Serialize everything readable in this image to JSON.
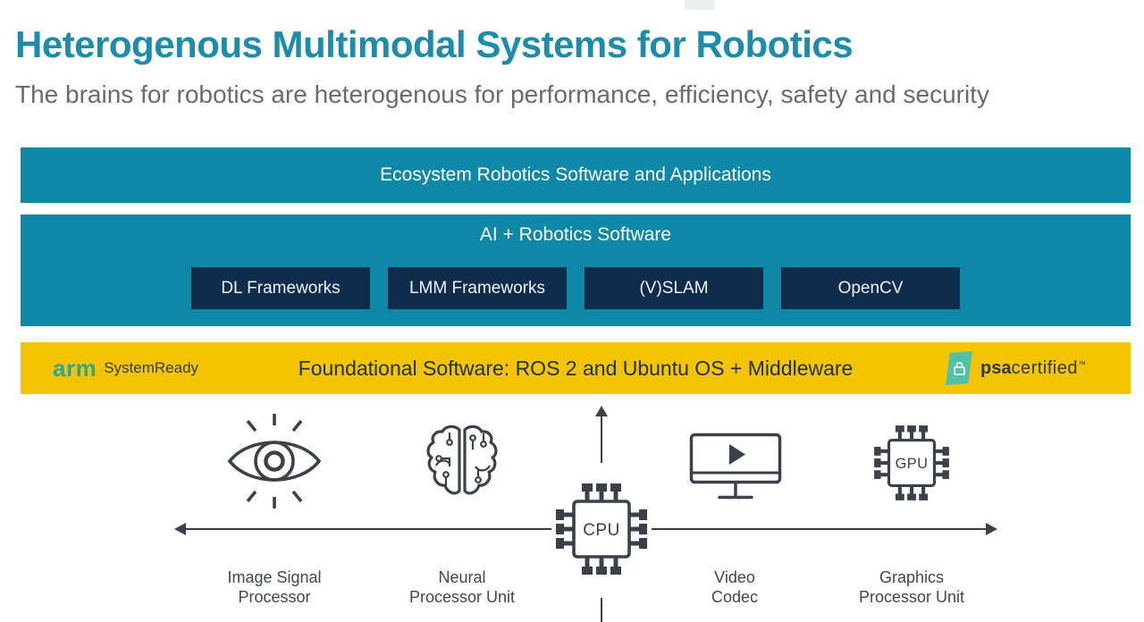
{
  "slide": {
    "title": "Heterogenous Multimodal Systems for Robotics",
    "subtitle": "The brains for robotics are heterogenous for performance, efficiency, safety and security"
  },
  "stack": {
    "ecosystem_layer": "Ecosystem Robotics Software and Applications",
    "ai_layer": {
      "title": "AI + Robotics Software",
      "boxes": [
        {
          "label": "DL Frameworks"
        },
        {
          "label": "LMM Frameworks"
        },
        {
          "label": "(V)SLAM"
        },
        {
          "label": "OpenCV"
        }
      ]
    },
    "foundational_layer": {
      "title": "Foundational Software: ROS 2 and Ubuntu OS + Middleware",
      "arm_logo": {
        "brand": "arm",
        "program": "SystemReady"
      },
      "psa_logo": {
        "bold": "psa",
        "rest": "certified",
        "tm": "™"
      }
    }
  },
  "hardware": {
    "cpu": {
      "chip_label": "CPU"
    },
    "gpu": {
      "chip_label": "GPU"
    },
    "blocks": [
      {
        "icon": "eye-icon",
        "line1": "Image Signal",
        "line2": "Processor"
      },
      {
        "icon": "brain-circuit-icon",
        "line1": "Neural",
        "line2": "Processor Unit"
      },
      {
        "icon": "video-monitor-icon",
        "line1": "Video",
        "line2": "Codec"
      },
      {
        "icon": "gpu-chip-icon",
        "line1": "Graphics",
        "line2": "Processor Unit"
      }
    ]
  },
  "colors": {
    "teal_banner": "#0F87A7",
    "navy_box": "#0F2C4D",
    "yellow_banner": "#F5C400",
    "title_teal": "#1C8CAA",
    "subtitle_gray": "#6B6B6B",
    "icon_stroke": "#3C4149",
    "arm_brand_teal": "#2AA69E",
    "psa_shape_teal": "#53C0A8"
  }
}
